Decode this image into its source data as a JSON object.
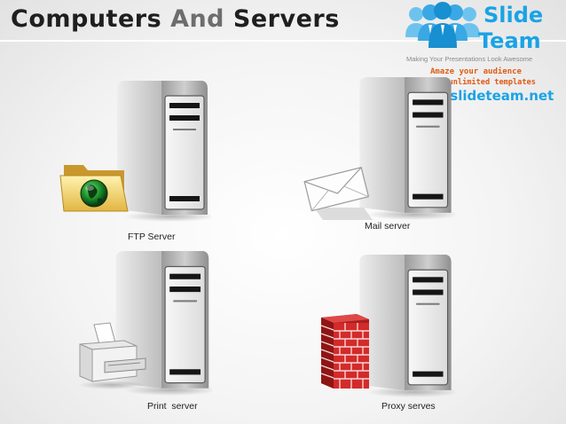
{
  "slide": {
    "title_part1": "Computers",
    "title_part2": "And",
    "title_part3": "Servers"
  },
  "logo": {
    "word1": "Slide",
    "word2": "Team",
    "tagline": "Making Your Presentations Look Awesome",
    "line1": "Amaze your audience",
    "line2": "Download unlimited templates",
    "url": "www.slideteam.net"
  },
  "servers": [
    {
      "caption": "FTP Server",
      "icon": "folder-globe-icon"
    },
    {
      "caption": "Mail server",
      "icon": "envelope-icon"
    },
    {
      "caption": "Print  server",
      "icon": "printer-icon"
    },
    {
      "caption": "Proxy serves",
      "icon": "brick-firewall-icon"
    }
  ],
  "colors": {
    "title_dark": "#1f1f1f",
    "title_accent": "#6d6d6d",
    "logo_blue": "#1aa3e6",
    "logo_orange": "#e05a14",
    "brick_red": "#d42a2a"
  }
}
